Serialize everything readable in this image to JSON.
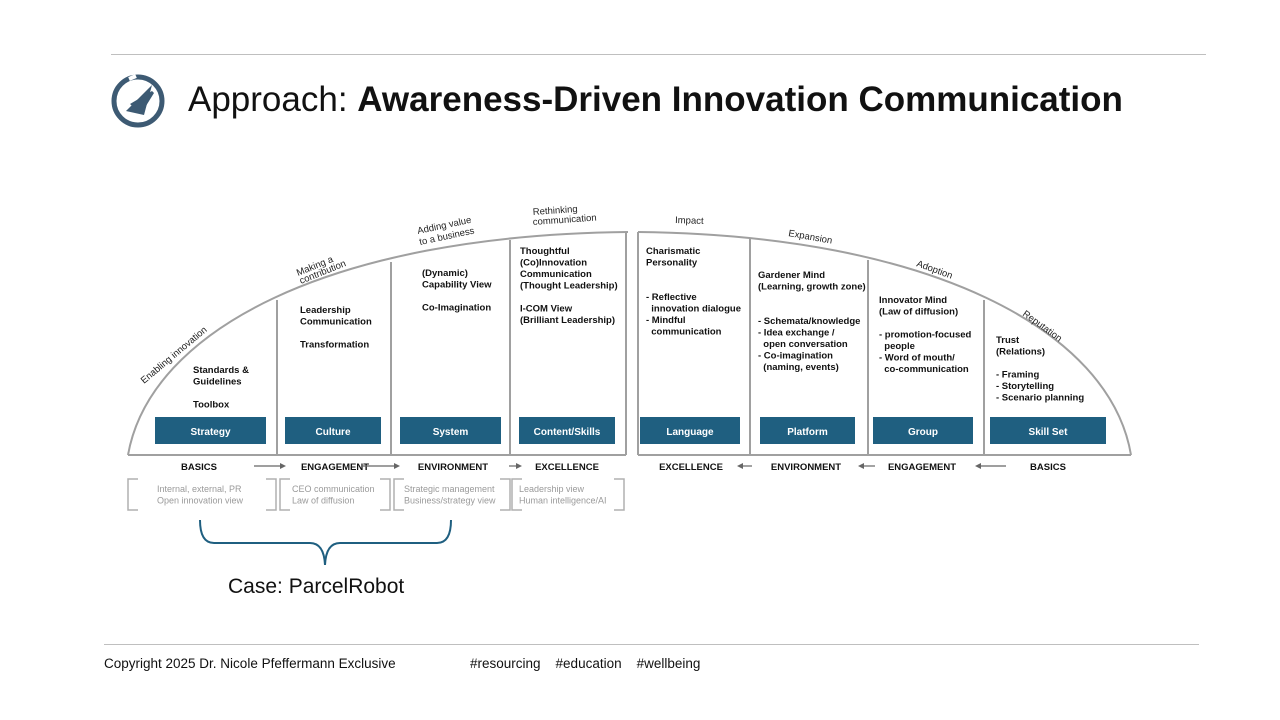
{
  "title": {
    "prefix": "Approach: ",
    "bold": "Awareness-Driven Innovation Communication"
  },
  "arc_labels": [
    "Enabling innovation",
    "Making a",
    "contribution",
    "Adding value",
    "to a business",
    "Rethinking",
    "communication",
    "Impact",
    "Expansion",
    "Adoption",
    "Reputation"
  ],
  "left_columns": [
    {
      "box": "Strategy",
      "lines": [
        "Standards &",
        "Guidelines",
        "",
        "Toolbox"
      ]
    },
    {
      "box": "Culture",
      "lines": [
        "Leadership",
        "Communication",
        "",
        "Transformation"
      ]
    },
    {
      "box": "System",
      "lines": [
        "(Dynamic)",
        "Capability View",
        "",
        "Co-Imagination"
      ]
    },
    {
      "box": "Content/Skills",
      "lines": [
        "Thoughtful",
        "(Co)Innovation",
        "Communication",
        "(Thought Leadership)",
        "",
        "I-COM View",
        "(Brilliant Leadership)"
      ]
    }
  ],
  "right_columns": [
    {
      "box": "Language",
      "lines": [
        "Charismatic",
        "Personality",
        "",
        "",
        "- Reflective",
        "  innovation dialogue",
        "- Mindful",
        "  communication"
      ]
    },
    {
      "box": "Platform",
      "lines": [
        "Gardener Mind",
        "(Learning, growth zone)",
        "",
        "",
        "- Schemata/knowledge",
        "- Idea exchange /",
        "  open conversation",
        "- Co-imagination",
        "  (naming, events)"
      ]
    },
    {
      "box": "Group",
      "lines": [
        "Innovator Mind",
        "(Law of diffusion)",
        "",
        "- promotion-focused",
        "  people",
        "- Word of mouth/",
        "  co-communication"
      ]
    },
    {
      "box": "Skill Set",
      "lines": [
        "Trust",
        "(Relations)",
        "",
        "- Framing",
        "- Storytelling",
        "- Scenario planning"
      ]
    }
  ],
  "left_levels": [
    "BASICS",
    "ENGAGEMENT",
    "ENVIRONMENT",
    "EXCELLENCE"
  ],
  "right_levels": [
    "EXCELLENCE",
    "ENVIRONMENT",
    "ENGAGEMENT",
    "BASICS"
  ],
  "bottom_notes": [
    [
      "Internal, external, PR",
      "Open innovation view"
    ],
    [
      "CEO communication",
      "Law of diffusion"
    ],
    [
      "Strategic management",
      "Business/strategy view"
    ],
    [
      "Leadership view",
      "Human intelligence/AI"
    ]
  ],
  "case_label": "Case: ParcelRobot",
  "footer": {
    "copyright": "Copyright 2025  Dr. Nicole Pfeffermann Exclusive",
    "tags": "#resourcing    #education    #wellbeing"
  },
  "colors": {
    "box": "#1f5f80",
    "logo": "#3d5a73"
  },
  "icons": [
    "compass-logo-icon",
    "arrow-right-icon",
    "arrow-left-icon"
  ]
}
